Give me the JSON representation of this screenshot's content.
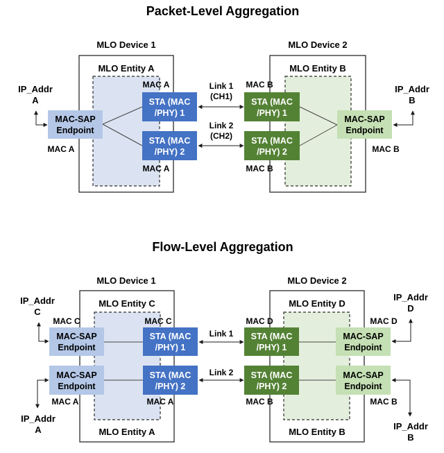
{
  "colors": {
    "device_border": "#2b2b2b",
    "entity_blue_fill": "#dbe3f2",
    "entity_green_fill": "#e3efdc",
    "sta_blue": "#4472c4",
    "sta_green": "#548235",
    "endpoint_blue": "#b4c7e7",
    "endpoint_green": "#c5e0b4",
    "sta_text": "#ffffff",
    "endpoint_text": "#1a1a1a"
  },
  "packet_level": {
    "title": "Packet-Level Aggregation",
    "device1": {
      "label": "MLO Device 1",
      "entity_label": "MLO Entity A",
      "sta1": [
        "STA (MAC",
        "/PHY) 1"
      ],
      "sta2": [
        "STA (MAC",
        "/PHY) 2"
      ],
      "sta1_mac": "MAC A",
      "sta2_mac": "MAC A",
      "endpoint": [
        "MAC-SAP",
        "Endpoint"
      ],
      "endpoint_mac": "MAC A",
      "ip_addr": [
        "IP_Addr",
        "A"
      ]
    },
    "device2": {
      "label": "MLO Device 2",
      "entity_label": "MLO Entity B",
      "sta1": [
        "STA (MAC",
        "/PHY) 1"
      ],
      "sta2": [
        "STA (MAC",
        "/PHY) 2"
      ],
      "sta1_mac": "MAC B",
      "sta2_mac": "MAC B",
      "endpoint": [
        "MAC-SAP",
        "Endpoint"
      ],
      "endpoint_mac": "MAC B",
      "ip_addr": [
        "IP_Addr",
        "B"
      ]
    },
    "links": [
      {
        "label": [
          "Link 1",
          "(CH1)"
        ]
      },
      {
        "label": [
          "Link 2",
          "(CH2)"
        ]
      }
    ]
  },
  "flow_level": {
    "title": "Flow-Level Aggregation",
    "device1": {
      "label": "MLO Device 1",
      "entity_top_label": "MLO Entity C",
      "entity_bottom_label": "MLO Entity A",
      "sta1": [
        "STA (MAC",
        "/PHY) 1"
      ],
      "sta2": [
        "STA (MAC",
        "/PHY) 2"
      ],
      "sta1_mac": "MAC C",
      "sta2_mac": "MAC A",
      "endpoint1": [
        "MAC-SAP",
        "Endpoint"
      ],
      "endpoint2": [
        "MAC-SAP",
        "Endpoint"
      ],
      "endpoint1_mac": "MAC C",
      "endpoint2_mac": "MAC A",
      "ip_addr_top": [
        "IP_Addr",
        "C"
      ],
      "ip_addr_bottom": [
        "IP_Addr",
        "A"
      ]
    },
    "device2": {
      "label": "MLO Device 2",
      "entity_top_label": "MLO Entity D",
      "entity_bottom_label": "MLO Entity B",
      "sta1": [
        "STA (MAC",
        "/PHY) 1"
      ],
      "sta2": [
        "STA (MAC",
        "/PHY) 2"
      ],
      "sta1_mac": "MAC D",
      "sta2_mac": "MAC B",
      "endpoint1": [
        "MAC-SAP",
        "Endpoint"
      ],
      "endpoint2": [
        "MAC-SAP",
        "Endpoint"
      ],
      "endpoint1_mac": "MAC D",
      "endpoint2_mac": "MAC B",
      "ip_addr_top": [
        "IP_Addr",
        "D"
      ],
      "ip_addr_bottom": [
        "IP_Addr",
        "B"
      ]
    },
    "links": [
      {
        "label": "Link 1"
      },
      {
        "label": "Link 2"
      }
    ]
  }
}
